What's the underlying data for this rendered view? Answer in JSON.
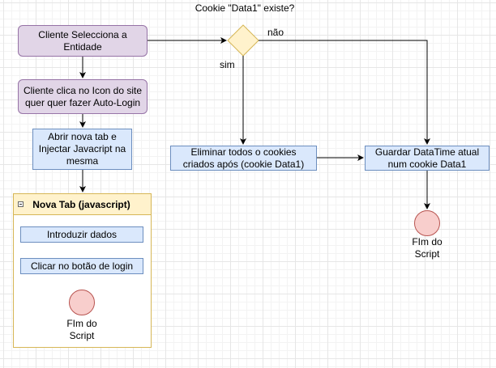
{
  "diagram": {
    "title": "Cookie \"Data1\" existe?",
    "nodes": {
      "select_entity": "Cliente Selecciona a Entidade",
      "click_icon": "Cliente clica no Icon do site quer quer fazer Auto-Login",
      "open_tab": "Abrir nova tab e Injectar Javacript na mesma",
      "enter_data": "Introduzir dados",
      "click_login": "Clicar no botão de login",
      "delete_cookies": "Eliminar todos o cookies criados após (cookie Data1)",
      "save_datetime": "Guardar DataTime atual num cookie Data1"
    },
    "pool_title": "Nova Tab (javascript)",
    "end_labels": {
      "script_end_left": "FIm do Script",
      "script_end_right": "FIm do Script"
    },
    "edge_labels": {
      "yes": "sim",
      "no": "não"
    },
    "colors": {
      "process_purple": "#e1d5e7",
      "process_blue": "#dae8fc",
      "decision": "#fff2cc",
      "end": "#f8cecc"
    }
  }
}
